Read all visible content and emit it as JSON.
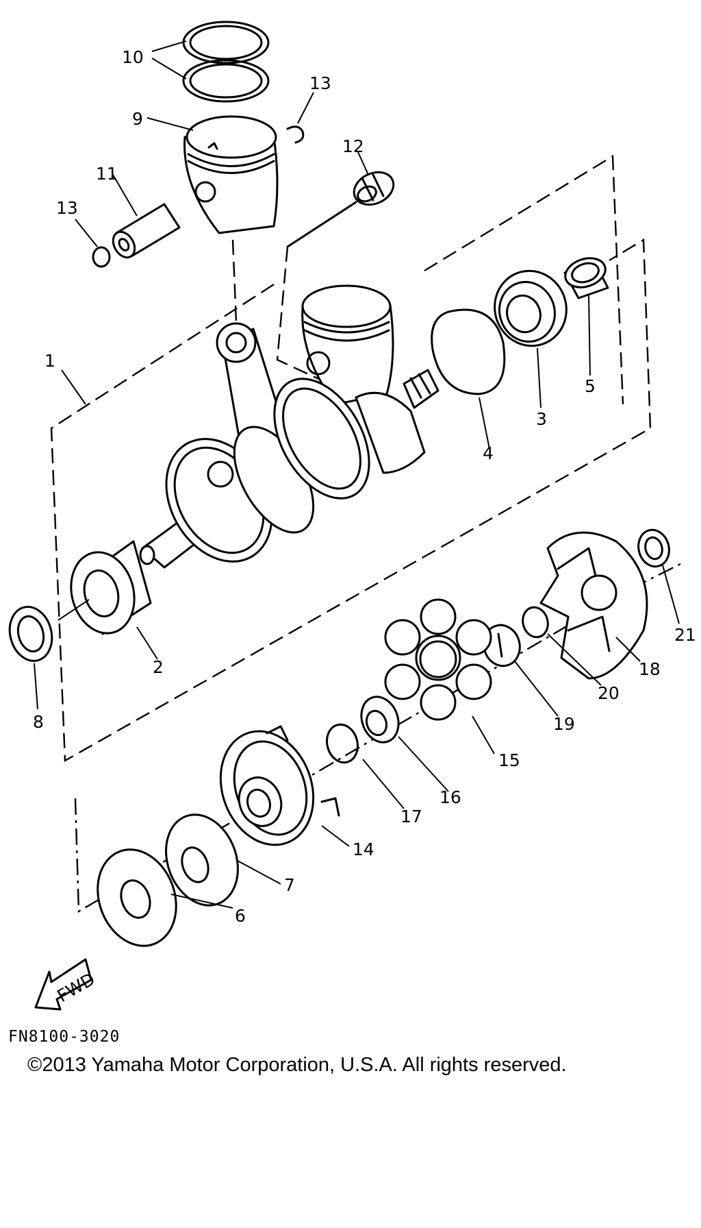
{
  "callouts": {
    "c1": "1",
    "c2": "2",
    "c3": "3",
    "c4": "4",
    "c5": "5",
    "c6": "6",
    "c7": "7",
    "c8": "8",
    "c9": "9",
    "c10": "10",
    "c11": "11",
    "c12": "12",
    "c13a": "13",
    "c13b": "13",
    "c14": "14",
    "c15": "15",
    "c16": "16",
    "c17": "17",
    "c18": "18",
    "c19": "19",
    "c20": "20",
    "c21": "21"
  },
  "fwd_label": "FWD",
  "drawing_code": "FN8100-3020",
  "copyright": "©2013 Yamaha Motor Corporation, U.S.A. All rights reserved."
}
